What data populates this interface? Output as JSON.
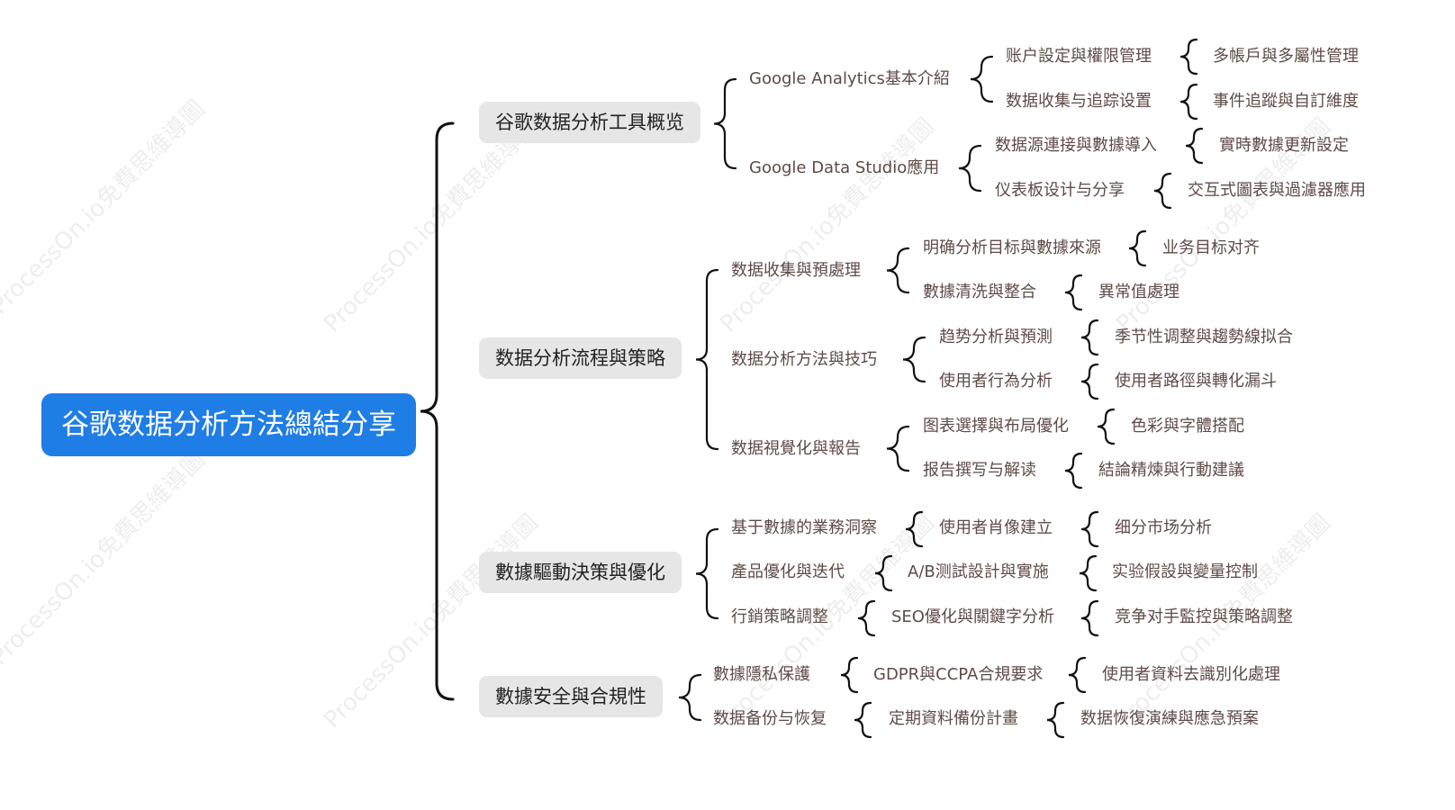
{
  "root": {
    "label": "谷歌数据分析方法總結分享"
  },
  "watermark": "ProcessOn.io免費思維導圖",
  "branches": [
    {
      "label": "谷歌数据分析工具概览",
      "children": [
        {
          "label": "Google Analytics基本介紹",
          "children": [
            {
              "label": "账户設定與權限管理",
              "children": [
                {
                  "label": "多帳戶與多屬性管理"
                }
              ]
            },
            {
              "label": "数据收集与追踪设置",
              "children": [
                {
                  "label": "事件追蹤與自訂維度"
                }
              ]
            }
          ]
        },
        {
          "label": "Google Data Studio應用",
          "children": [
            {
              "label": "数据源連接與數據導入",
              "children": [
                {
                  "label": "實時數據更新設定"
                }
              ]
            },
            {
              "label": "仪表板设计与分享",
              "children": [
                {
                  "label": "交互式圖表與過濾器應用"
                }
              ]
            }
          ]
        }
      ]
    },
    {
      "label": "数据分析流程與策略",
      "children": [
        {
          "label": "数据收集與預處理",
          "children": [
            {
              "label": "明确分析目标與數據來源",
              "children": [
                {
                  "label": "业务目标对齐"
                }
              ]
            },
            {
              "label": "數據清洗與整合",
              "children": [
                {
                  "label": "異常值處理"
                }
              ]
            }
          ]
        },
        {
          "label": "数据分析方法與技巧",
          "children": [
            {
              "label": "趋势分析與預測",
              "children": [
                {
                  "label": "季节性调整與趨勢線拟合"
                }
              ]
            },
            {
              "label": "使用者行為分析",
              "children": [
                {
                  "label": "使用者路徑與轉化漏斗"
                }
              ]
            }
          ]
        },
        {
          "label": "数据視覺化與報告",
          "children": [
            {
              "label": "图表選擇與布局優化",
              "children": [
                {
                  "label": "色彩與字體搭配"
                }
              ]
            },
            {
              "label": "报告撰写与解读",
              "children": [
                {
                  "label": "結論精煉與行動建議"
                }
              ]
            }
          ]
        }
      ]
    },
    {
      "label": "數據驅動決策與優化",
      "children": [
        {
          "label": "基于數據的業務洞察",
          "children": [
            {
              "label": "使用者肖像建立",
              "children": [
                {
                  "label": "细分市场分析"
                }
              ]
            }
          ]
        },
        {
          "label": "產品優化與迭代",
          "children": [
            {
              "label": "A/B测試設計與實施",
              "children": [
                {
                  "label": "实验假設與變量控制"
                }
              ]
            }
          ]
        },
        {
          "label": "行銷策略調整",
          "children": [
            {
              "label": "SEO優化與關鍵字分析",
              "children": [
                {
                  "label": "竞争对手監控與策略調整"
                }
              ]
            }
          ]
        }
      ]
    },
    {
      "label": "數據安全與合規性",
      "children": [
        {
          "label": "數據隱私保護",
          "children": [
            {
              "label": "GDPR與CCPA合規要求",
              "children": [
                {
                  "label": "使用者資料去識別化處理"
                }
              ]
            }
          ]
        },
        {
          "label": "数据备份与恢复",
          "children": [
            {
              "label": "定期資料備份計畫",
              "children": [
                {
                  "label": "数据恢復演練與應急預案"
                }
              ]
            }
          ]
        }
      ]
    }
  ]
}
